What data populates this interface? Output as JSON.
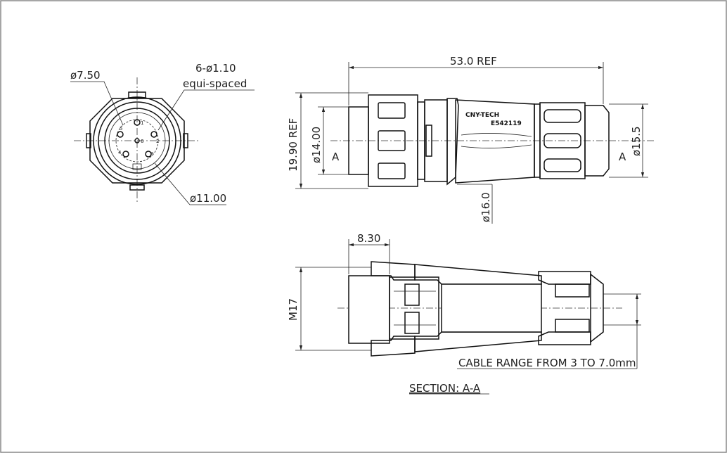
{
  "front_view": {
    "pin_circle_dia": "ø7.50",
    "pin_count_dia": "6-ø1.10",
    "pin_spacing": "equi-spaced",
    "outer_dia": "ø11.00",
    "pins": [
      "1",
      "2",
      "3",
      "4",
      "5",
      "6"
    ]
  },
  "side_view": {
    "overall_length": "53.0 REF",
    "body_height": "19.90 REF",
    "front_dia": "ø14.00",
    "body_dia": "ø16.0",
    "nut_dia": "ø15.5",
    "section_marker": "A",
    "brand": "CNY-TECH",
    "cert": "E542119"
  },
  "section_view": {
    "thread_length": "8.30",
    "thread": "M17",
    "cable_range": "CABLE RANGE FROM 3 TO 7.0mm",
    "title": "SECTION: A-A"
  }
}
